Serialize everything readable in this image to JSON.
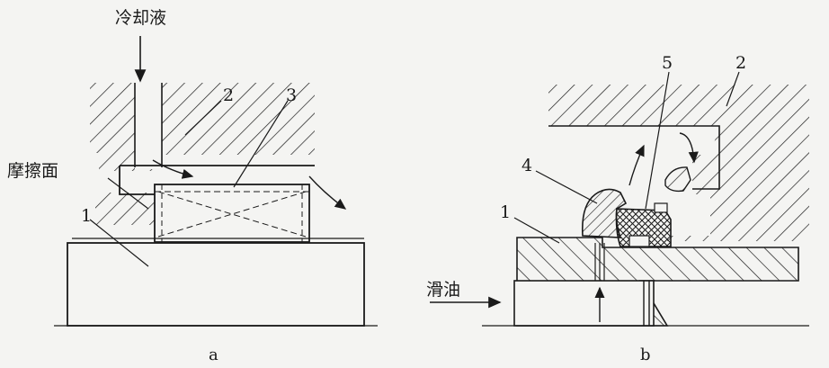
{
  "figure_a": {
    "coolant_label": "冷却液",
    "friction_label": "摩擦面",
    "part_1": "1",
    "part_2": "2",
    "part_3": "3",
    "caption": "a"
  },
  "figure_b": {
    "oil_label": "滑油",
    "part_1": "1",
    "part_2": "2",
    "part_4": "4",
    "part_5": "5",
    "caption": "b"
  },
  "colors": {
    "ink": "#1a1a1a",
    "paper": "#f4f4f2"
  }
}
